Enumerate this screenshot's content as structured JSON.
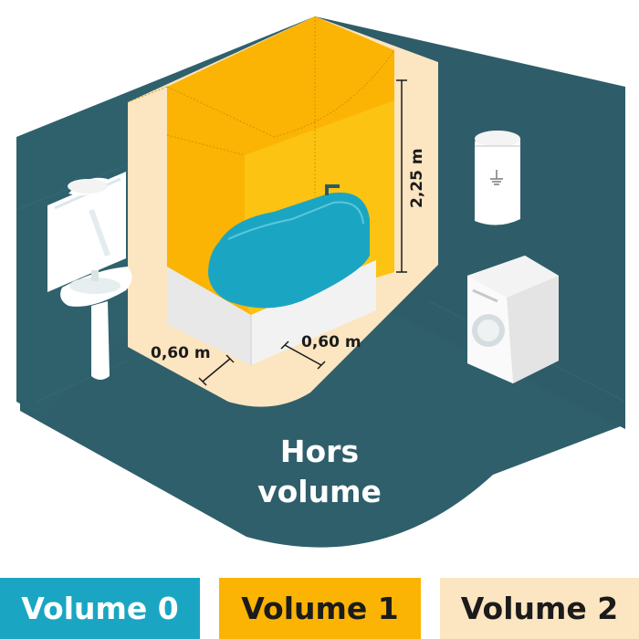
{
  "dimensions": {
    "height": "2,25 m",
    "left_distance": "0,60 m",
    "front_distance": "0,60 m"
  },
  "zones": {
    "outside_label_line1": "Hors",
    "outside_label_line2": "volume"
  },
  "legend": {
    "volume0": "Volume 0",
    "volume1": "Volume 1",
    "volume2": "Volume 2"
  },
  "colors": {
    "room": "#2e5f6b",
    "volume0": "#1aa6c3",
    "volume1": "#fbb404",
    "volume2": "#fce5c1"
  },
  "icons": [
    "bathtub",
    "faucet",
    "sink",
    "mirror",
    "wall-lamp",
    "water-heater",
    "ground-symbol",
    "washing-machine"
  ]
}
